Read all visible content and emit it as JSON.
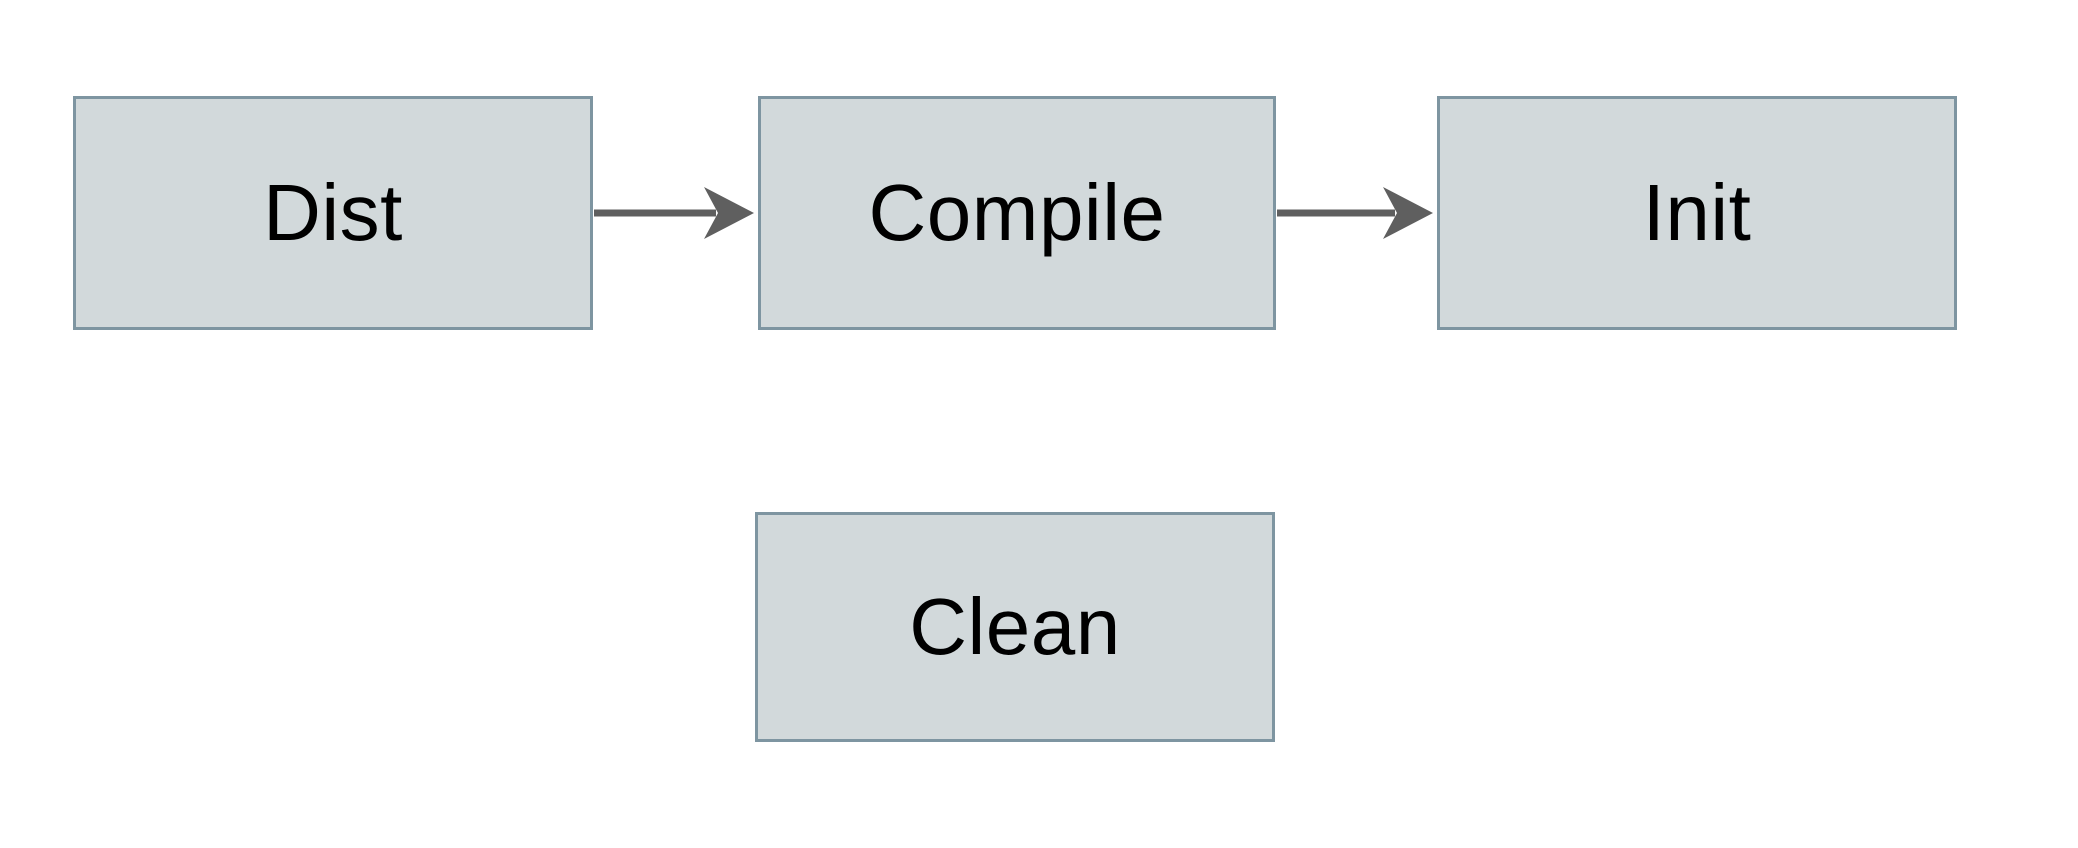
{
  "diagram": {
    "type": "flowchart",
    "background_color": "#ffffff",
    "node_fill_color": "#d2d9db",
    "node_border_color": "#7e95a1",
    "arrow_color": "#5f5f5f",
    "label_color": "#000000",
    "nodes": [
      {
        "id": "dist",
        "label": "Dist"
      },
      {
        "id": "compile",
        "label": "Compile"
      },
      {
        "id": "init",
        "label": "Init"
      },
      {
        "id": "clean",
        "label": "Clean"
      }
    ],
    "edges": [
      {
        "from": "Dist",
        "to": "Compile"
      },
      {
        "from": "Compile",
        "to": "Init"
      }
    ]
  }
}
